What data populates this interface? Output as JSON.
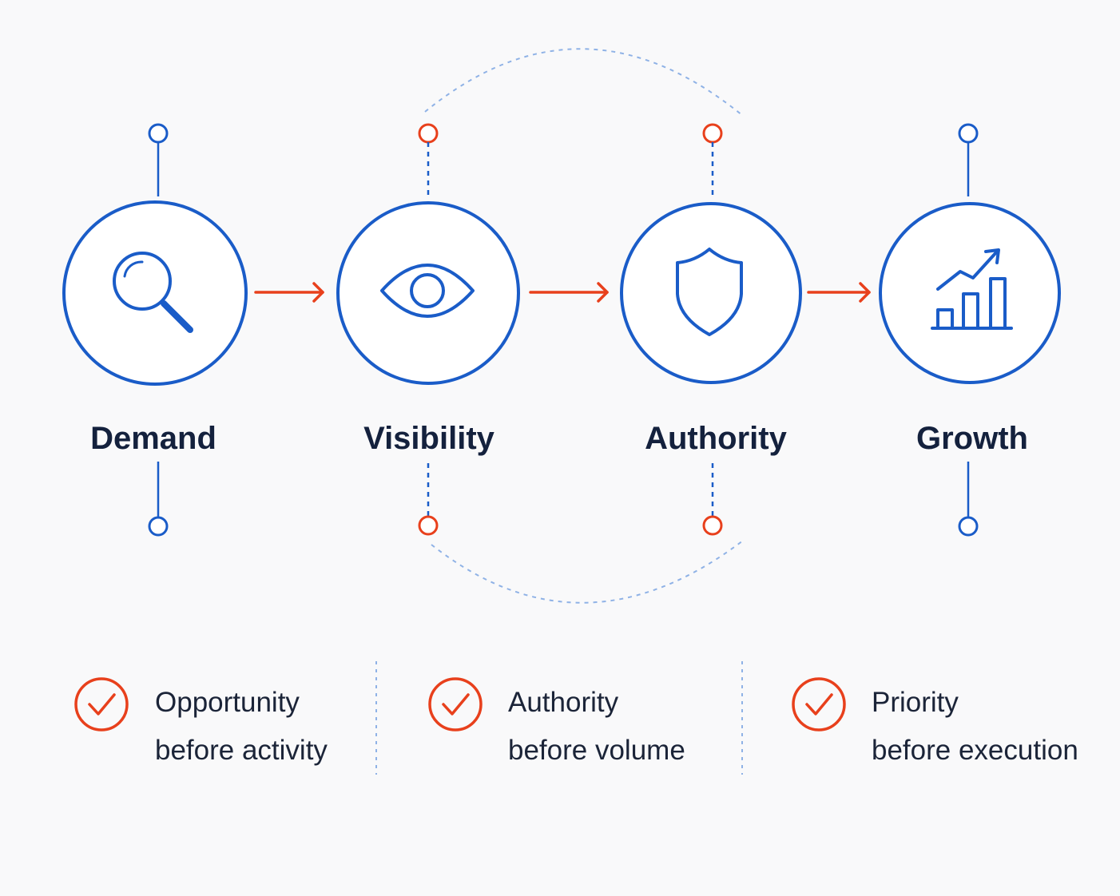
{
  "colors": {
    "primary": "#1a5cc8",
    "accent": "#e8401c",
    "dashed": "#8fb2e6",
    "text": "#14213d",
    "background": "#f9f9fa"
  },
  "stages": [
    {
      "label": "Demand",
      "icon": "search-icon"
    },
    {
      "label": "Visibility",
      "icon": "eye-icon"
    },
    {
      "label": "Authority",
      "icon": "shield-icon"
    },
    {
      "label": "Growth",
      "icon": "growth-chart-icon"
    }
  ],
  "principles": [
    {
      "line1": "Opportunity",
      "line2": "before activity",
      "icon": "check-circle-icon"
    },
    {
      "line1": "Authority",
      "line2": "before volume",
      "icon": "check-circle-icon"
    },
    {
      "line1": "Priority",
      "line2": "before execution",
      "icon": "check-circle-icon"
    }
  ]
}
